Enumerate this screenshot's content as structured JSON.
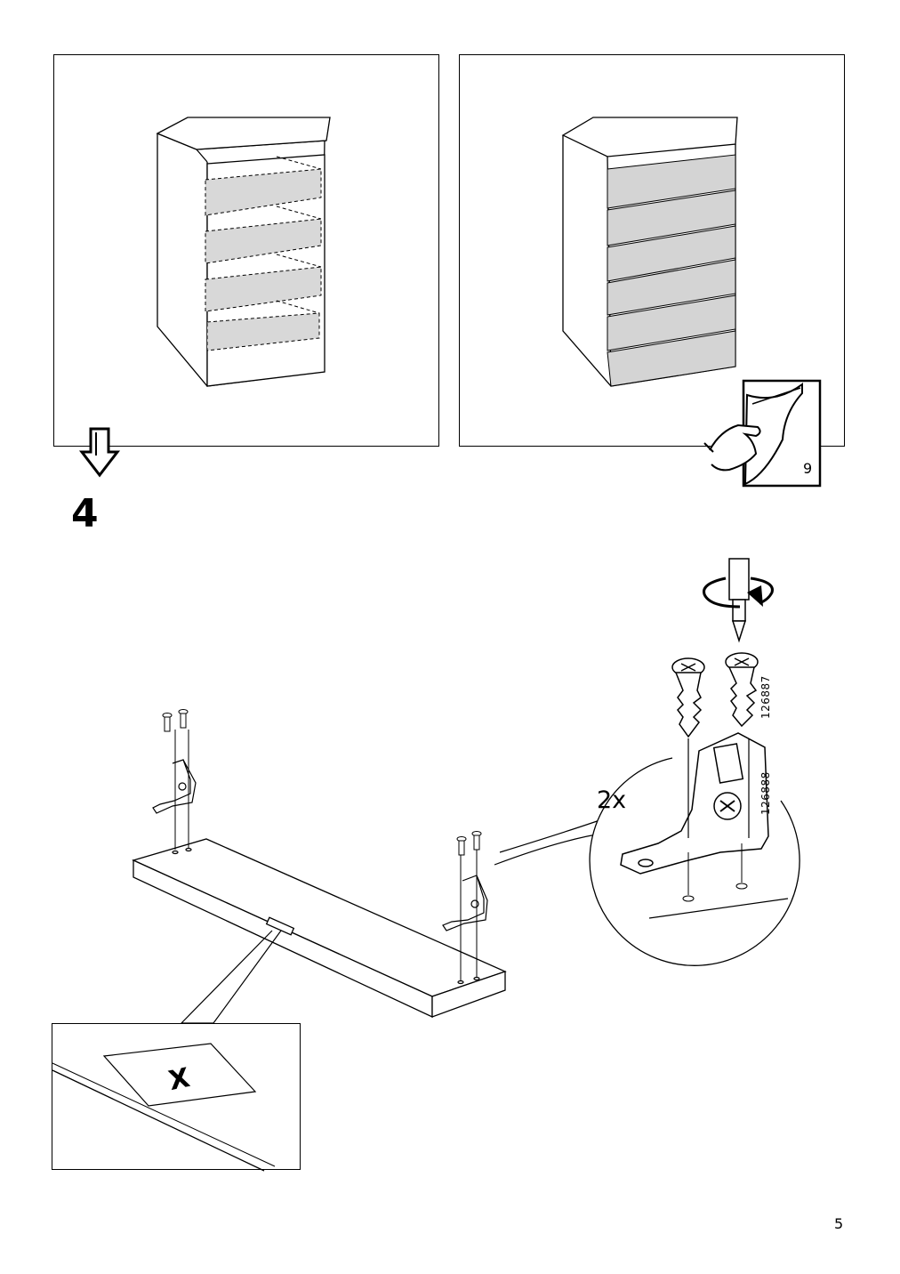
{
  "step": {
    "number": "4"
  },
  "quantity": {
    "label": "2x"
  },
  "parts": {
    "screw": "126887",
    "bracket": "126888"
  },
  "page_reference": {
    "page": "9"
  },
  "marker": {
    "label": "X"
  },
  "footer": {
    "page_number": "5"
  },
  "icons": [
    "step-arrow-icon",
    "turn-page-icon",
    "screwdriver-icon",
    "rotate-clockwise-icon"
  ]
}
